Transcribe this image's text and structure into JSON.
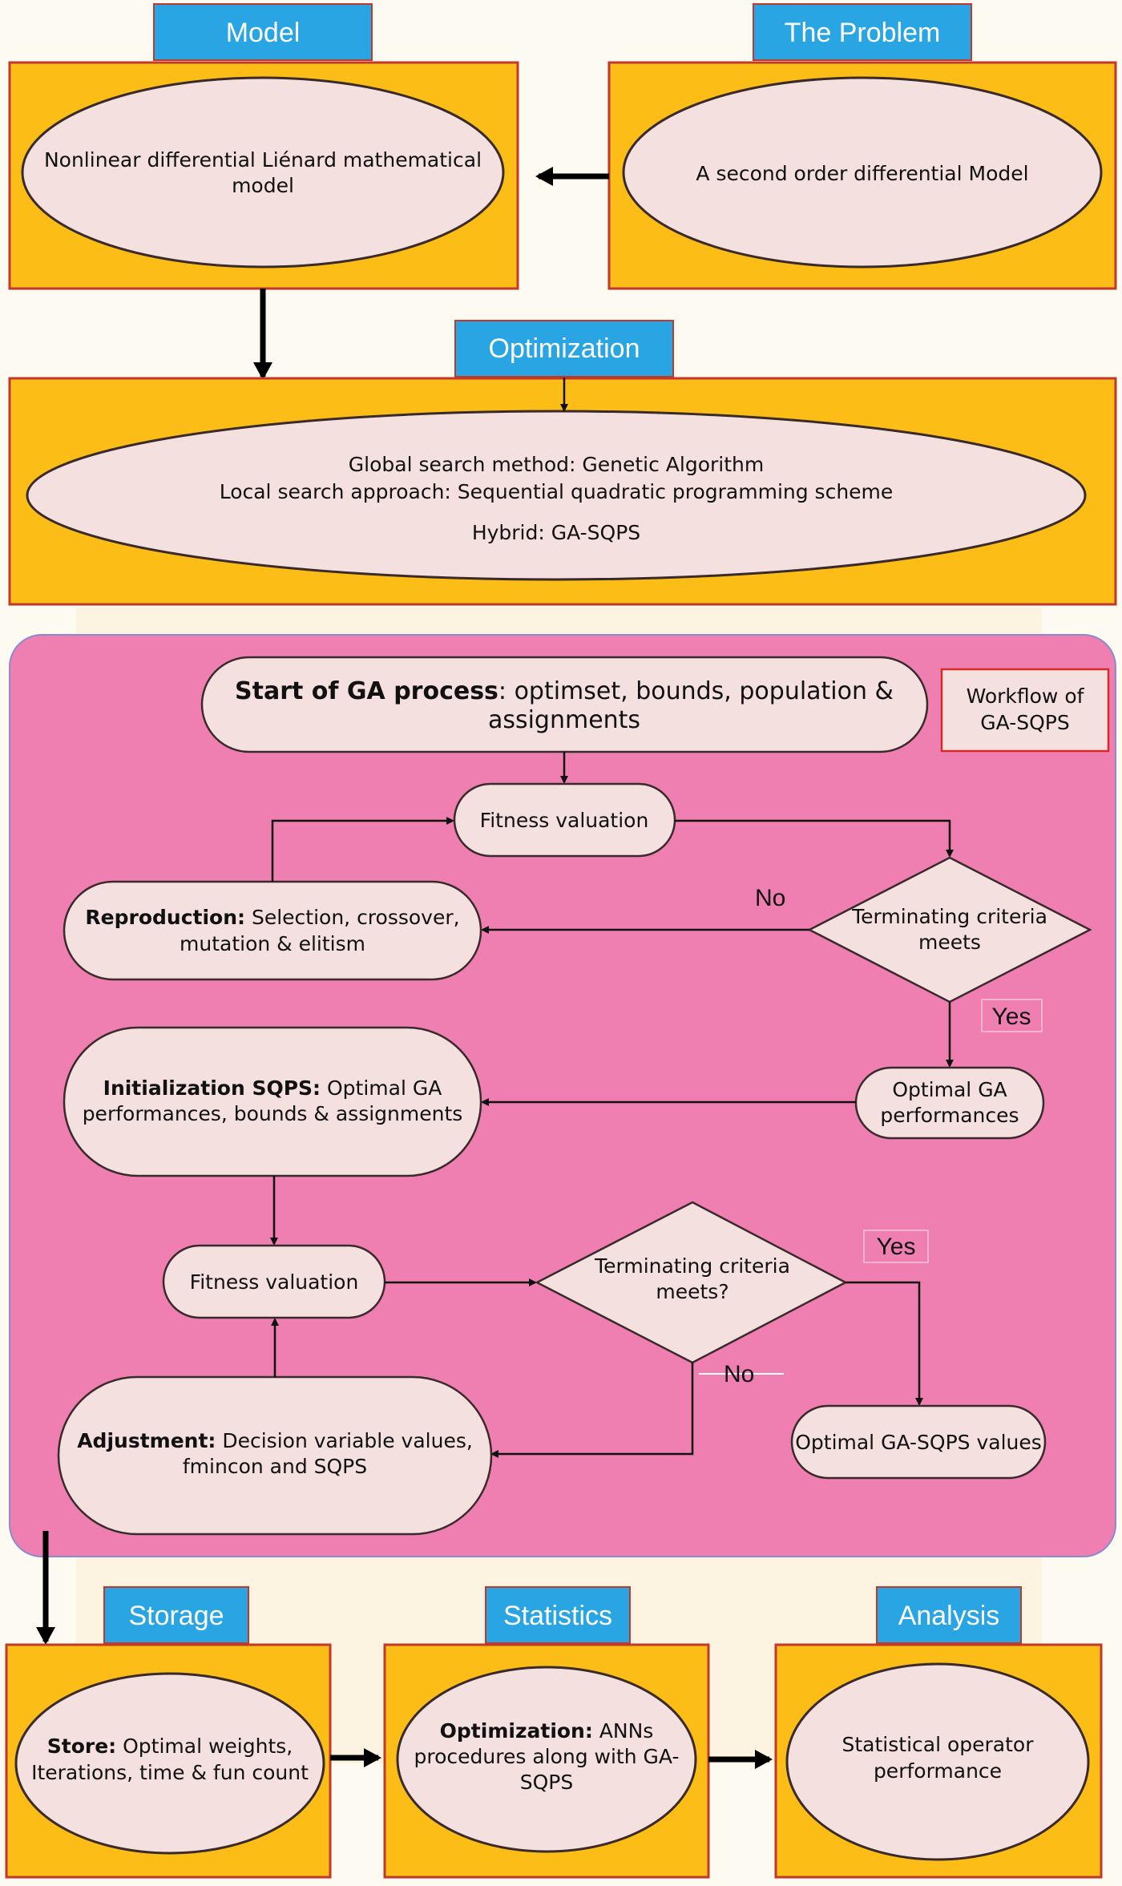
{
  "top": {
    "model": {
      "tab": "Model",
      "text": [
        "Nonlinear differential Liénard mathematical",
        "model"
      ]
    },
    "problem": {
      "tab": "The Problem",
      "text": [
        "A second order differential Model"
      ]
    },
    "optimization": {
      "tab": "Optimization",
      "text": [
        "Global search method: Genetic Algorithm",
        "Local search approach: Sequential quadratic programming scheme",
        "Hybrid: GA-SQPS"
      ]
    }
  },
  "workflow": {
    "title": [
      "Workflow of",
      "GA-SQPS"
    ],
    "start": {
      "bold": "Start of GA process",
      "rest": ": optimset, bounds, population &",
      "line2": "assignments"
    },
    "fitness1": "Fitness valuation",
    "reproduction": {
      "bold": "Reproduction:",
      "rest": " Selection, crossover,",
      "line2": "mutation & elitism"
    },
    "criteria1": [
      "Terminating criteria",
      "meets"
    ],
    "no1": "No",
    "yes1": "Yes",
    "optimal_ga": [
      "Optimal GA",
      "performances"
    ],
    "init_sqps": {
      "bold": "Initialization SQPS:",
      "rest": " Optimal GA",
      "line2": "performances, bounds & assignments"
    },
    "fitness2": "Fitness valuation",
    "criteria2": [
      "Terminating criteria",
      "meets?"
    ],
    "yes2": "Yes",
    "no2": "No",
    "adjustment": {
      "bold": "Adjustment:",
      "rest": " Decision variable values,",
      "line2": "fmincon and SQPS"
    },
    "optimal_final": "Optimal GA-SQPS values"
  },
  "bottom": {
    "storage": {
      "tab": "Storage",
      "bold": "Store:",
      "rest": " Optimal weights,",
      "line2": "Iterations, time & fun count"
    },
    "statistics": {
      "tab": "Statistics",
      "bold": "Optimization:",
      "rest": " ANNs",
      "line2": "procedures along with GA-",
      "line3": "SQPS"
    },
    "analysis": {
      "tab": "Analysis",
      "text": [
        "Statistical operator",
        "performance"
      ]
    }
  },
  "colors": {
    "panel": "#fbbd16",
    "tab": "#29a5e3",
    "workflow_bg": "#ef7fb1",
    "node": "#f4e0df"
  }
}
